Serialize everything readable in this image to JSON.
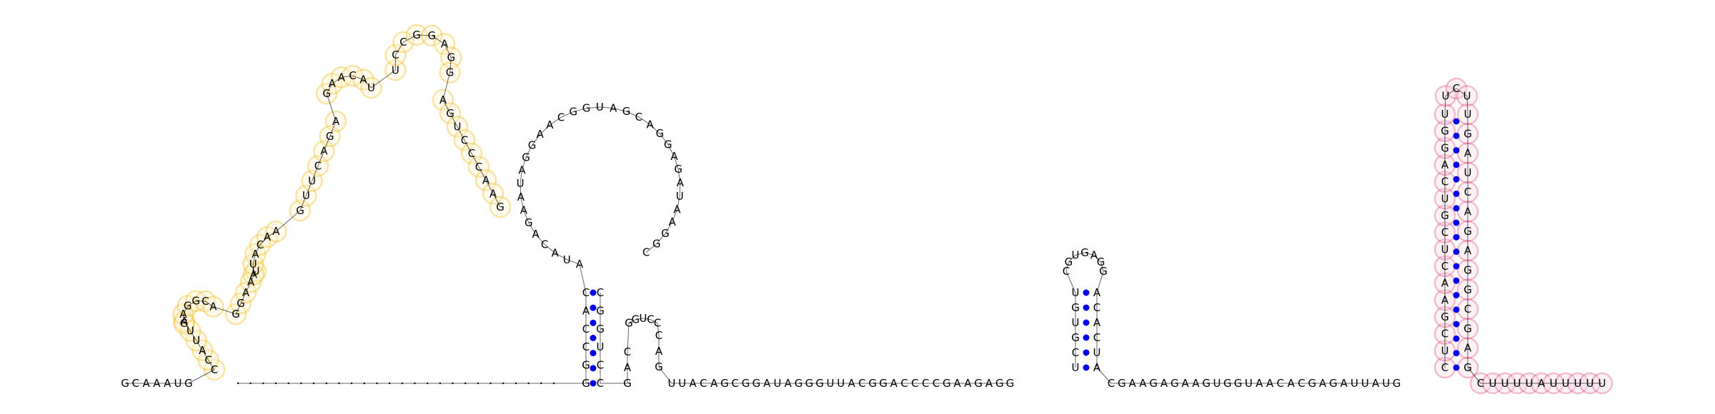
{
  "diagram": {
    "type": "rna-secondary-structure",
    "colors": {
      "backbone": "#000000",
      "base_pair": "#0000ee",
      "base_text": "#000000",
      "highlight_orange_stroke": "#f0b400",
      "highlight_orange_fill": "#f0a800",
      "highlight_pink_stroke": "#e0407a",
      "highlight_pink_fill": "#f9dbe6"
    },
    "segments": {
      "fivep": "GCAAAUG",
      "h1_5p": "CCAUUAGAGGCAGGAAU",
      "h1_mid": "AUACAAGUUCAGA",
      "h1_rest": "GAACAUUCCGGAGGAGUCCCAAG",
      "gap_dots": "..........................",
      "bigloop": "AUACAGAAUAGGAACGGUAGCAGGAGAUAAGGC",
      "h2_5p": "GGCCAC",
      "h3": "GACGGUCCCAG",
      "linker1": "UUACAGCGGAUAGGGUUACGGACCCCGAAGAGG",
      "h4_5p": "UCGUGUCGUGAGGACACUA",
      "linker2": "CGAAGAGAAGUGGUAACACGAGAUUAUG",
      "h5_5p": "CUCGAACUCGUCAGGUUCUUGAUCAGAGGCGAG",
      "tail3p": "CUUUUAUUUUU"
    }
  }
}
